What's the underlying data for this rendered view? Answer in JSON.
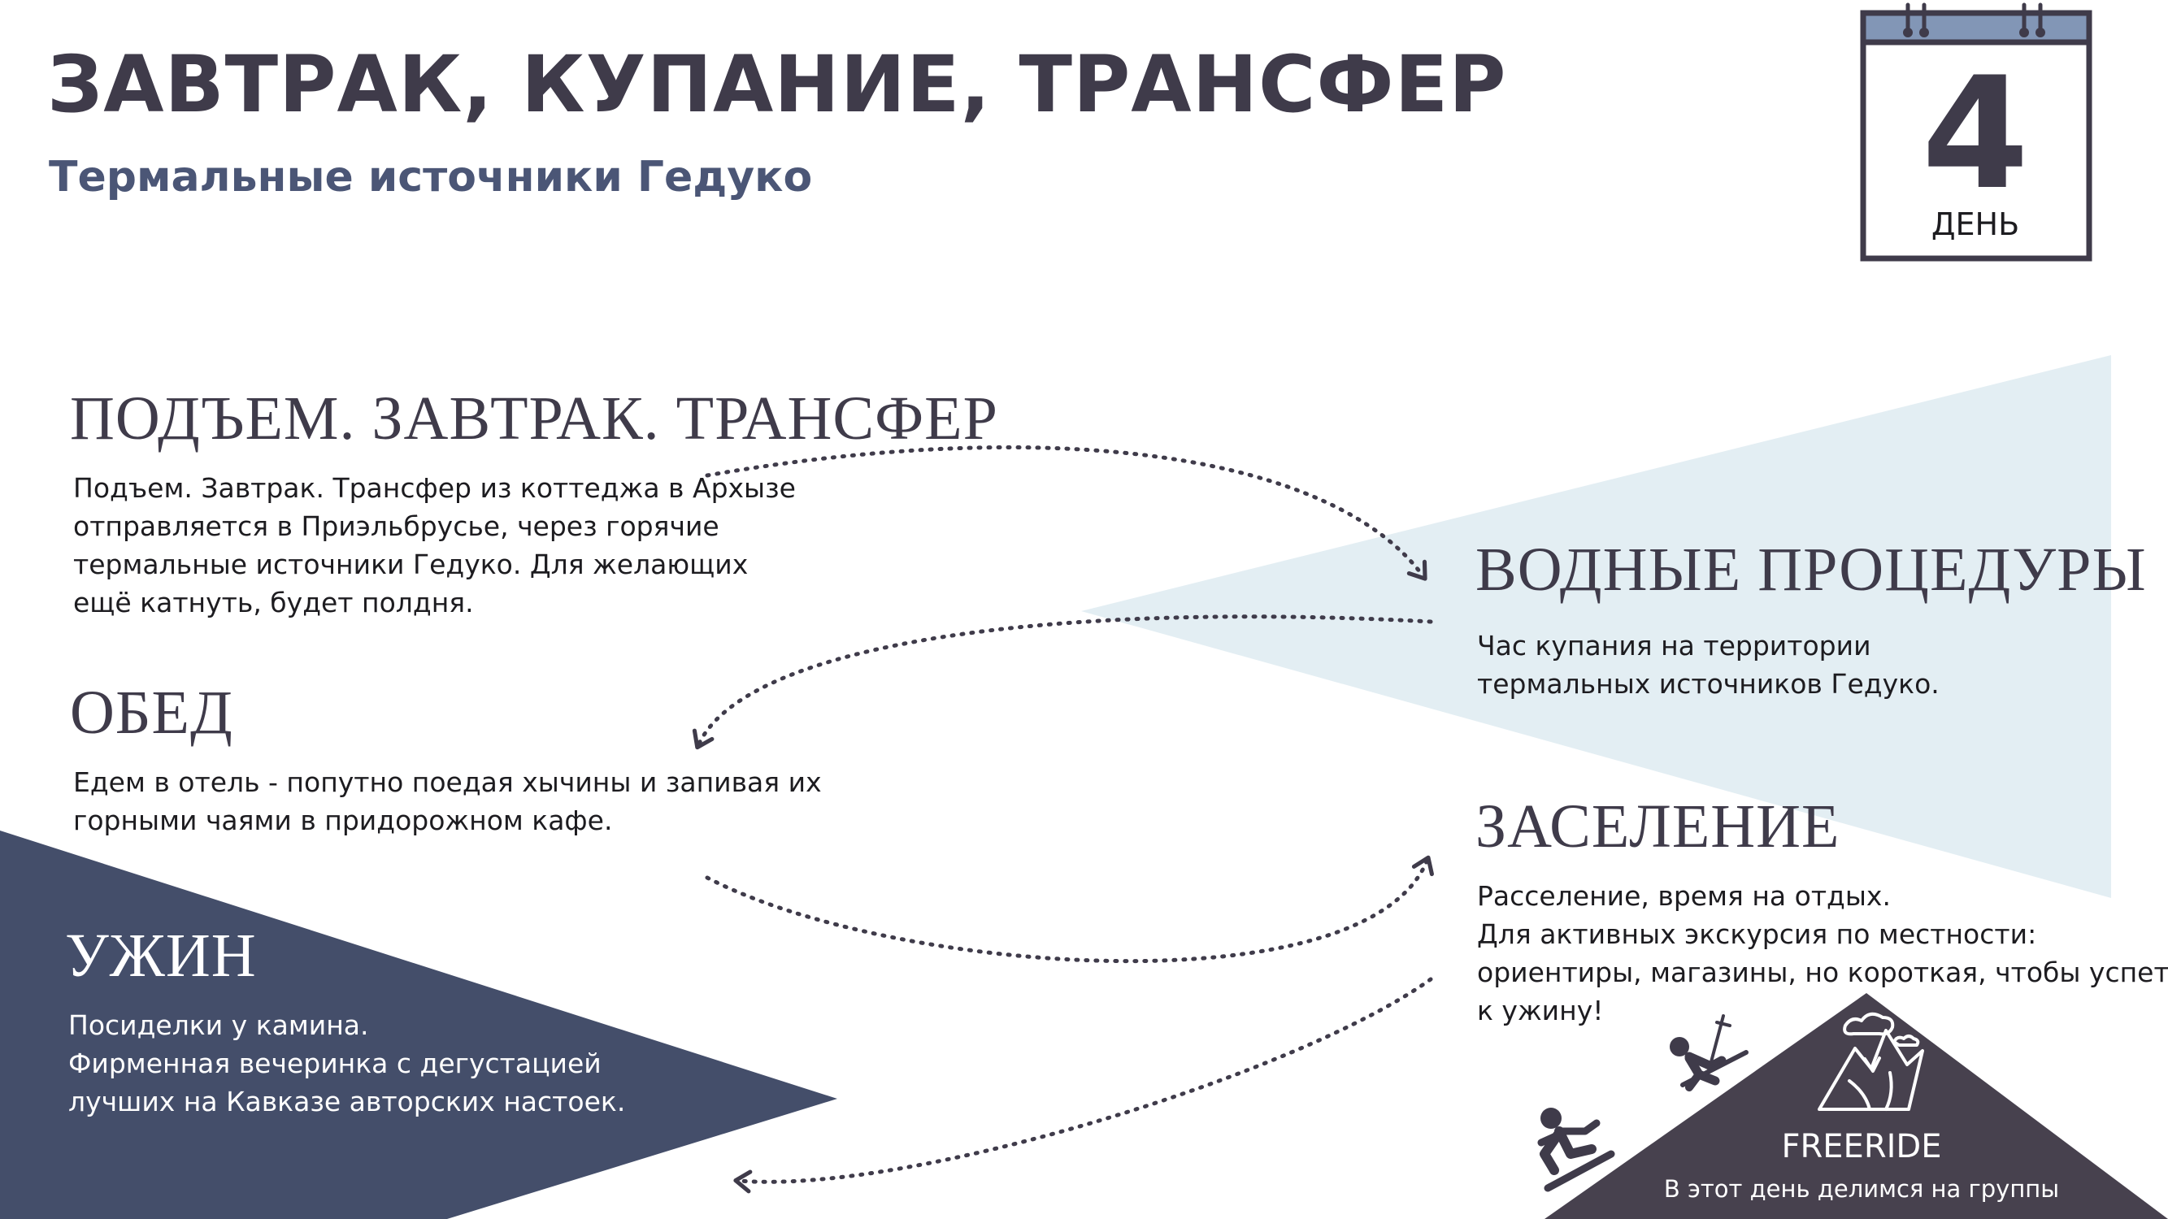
{
  "header": {
    "title": "ЗАВТРАК, КУПАНИЕ, ТРАНСФЕР",
    "subtitle": "Термальные источники Гедуко"
  },
  "calendar": {
    "day_number": "4",
    "day_label": "ДЕНЬ"
  },
  "sections": {
    "morning": {
      "title": "ПОДЪЕМ. ЗАВТРАК. ТРАНСФЕР",
      "lines": [
        "Подъем. Завтрак. Трансфер из коттеджа в Архызе",
        "отправляется в Приэльбрусье, через горячие",
        "термальные источники Гедуко. Для желающих",
        "ещё катнуть, будет полдня."
      ]
    },
    "water": {
      "title": "ВОДНЫЕ ПРОЦЕДУРЫ",
      "lines": [
        "Час купания на территории",
        "термальных источников Гедуко."
      ]
    },
    "lunch": {
      "title": "ОБЕД",
      "lines": [
        "Едем в отель - попутно поедая хычины и запивая их",
        "горными чаями в придорожном кафе."
      ]
    },
    "checkin": {
      "title": "ЗАСЕЛЕНИЕ",
      "lines": [
        "Расселение, время на отдых.",
        "Для активных экскурсия по местности:",
        "ориентиры, магазины, но короткая, чтобы успеть",
        "к ужину!"
      ]
    },
    "dinner": {
      "title": "УЖИН",
      "lines": [
        "Посиделки у камина.",
        "Фирменная вечеринка с дегустацией",
        "лучших на Кавказе авторских настоек."
      ]
    }
  },
  "freeride": {
    "title": "FREERIDE",
    "text": "В этот день делимся на группы"
  },
  "icons": [
    "calendar-icon",
    "mountain-icon",
    "skier-icon",
    "snowboarder-icon"
  ],
  "colors": {
    "title": "#3f3b4a",
    "subtitle": "#4b5676",
    "light_triangle": "#e3eef3",
    "navy_triangle": "#444e6a",
    "dark_triangle": "#47414e",
    "calendar_top": "#8296b6"
  }
}
